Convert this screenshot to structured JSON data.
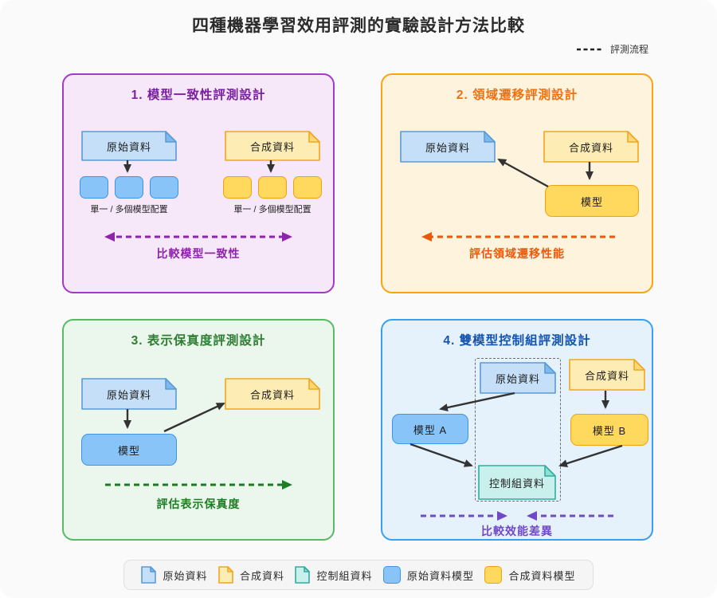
{
  "title": "四種機器學習效用評測的實驗設計方法比較",
  "flow_legend_label": "評測流程",
  "panels": {
    "p1": {
      "title": "1. 模型一致性評測設計",
      "original_doc": "原始資料",
      "synthetic_doc": "合成資料",
      "original_config": "單一 / 多個模型配置",
      "synthetic_config": "單一 / 多個模型配置",
      "flow_label": "比較模型一致性"
    },
    "p2": {
      "title": "2. 領域遷移評測設計",
      "original_doc": "原始資料",
      "synthetic_doc": "合成資料",
      "model": "模型",
      "flow_label": "評估領域遷移性能"
    },
    "p3": {
      "title": "3. 表示保真度評測設計",
      "original_doc": "原始資料",
      "synthetic_doc": "合成資料",
      "model": "模型",
      "flow_label": "評估表示保真度"
    },
    "p4": {
      "title": "4. 雙模型控制組評測設計",
      "original_doc": "原始資料",
      "synthetic_doc": "合成資料",
      "control_doc": "控制組資料",
      "model_a": "模型 A",
      "model_b": "模型 B",
      "flow_label": "比較效能差異"
    }
  },
  "legend": {
    "items": [
      {
        "label": "原始資料",
        "icon": "blue-document-icon"
      },
      {
        "label": "合成資料",
        "icon": "yellow-document-icon"
      },
      {
        "label": "控制組資料",
        "icon": "teal-document-icon"
      },
      {
        "label": "原始資料模型",
        "icon": "blue-model-square-icon"
      },
      {
        "label": "合成資料模型",
        "icon": "yellow-model-square-icon"
      }
    ]
  },
  "palette": {
    "panel1_border": "#A538C8",
    "panel1_bg": "#F6E8F9",
    "panel1_title": "#7B1FA2",
    "panel1_flow": "#8E24AA",
    "panel2_border": "#FBA410",
    "panel2_bg": "#FEF3DC",
    "panel2_title": "#EC7211",
    "panel2_flow": "#E8590C",
    "panel3_border": "#58B966",
    "panel3_bg": "#EBF7EC",
    "panel3_title": "#2E7D32",
    "panel3_flow": "#1E7D24",
    "panel4_border": "#36A0F2",
    "panel4_bg": "#E5F2FC",
    "panel4_title": "#1254B0",
    "panel4_flow": "#7048C8",
    "original_doc_fill": "#C5DFF8",
    "original_doc_stroke": "#5B9BD5",
    "synthetic_doc_fill": "#FEECB5",
    "synthetic_doc_stroke": "#F0A71F",
    "control_doc_fill": "#C9F0EC",
    "control_doc_stroke": "#2FAE9E",
    "original_model_fill": "#89C4F8",
    "original_model_stroke": "#3E94E8",
    "synthetic_model_fill": "#FFD95E",
    "synthetic_model_stroke": "#F0A30F",
    "solid_arrow": "#333333"
  }
}
